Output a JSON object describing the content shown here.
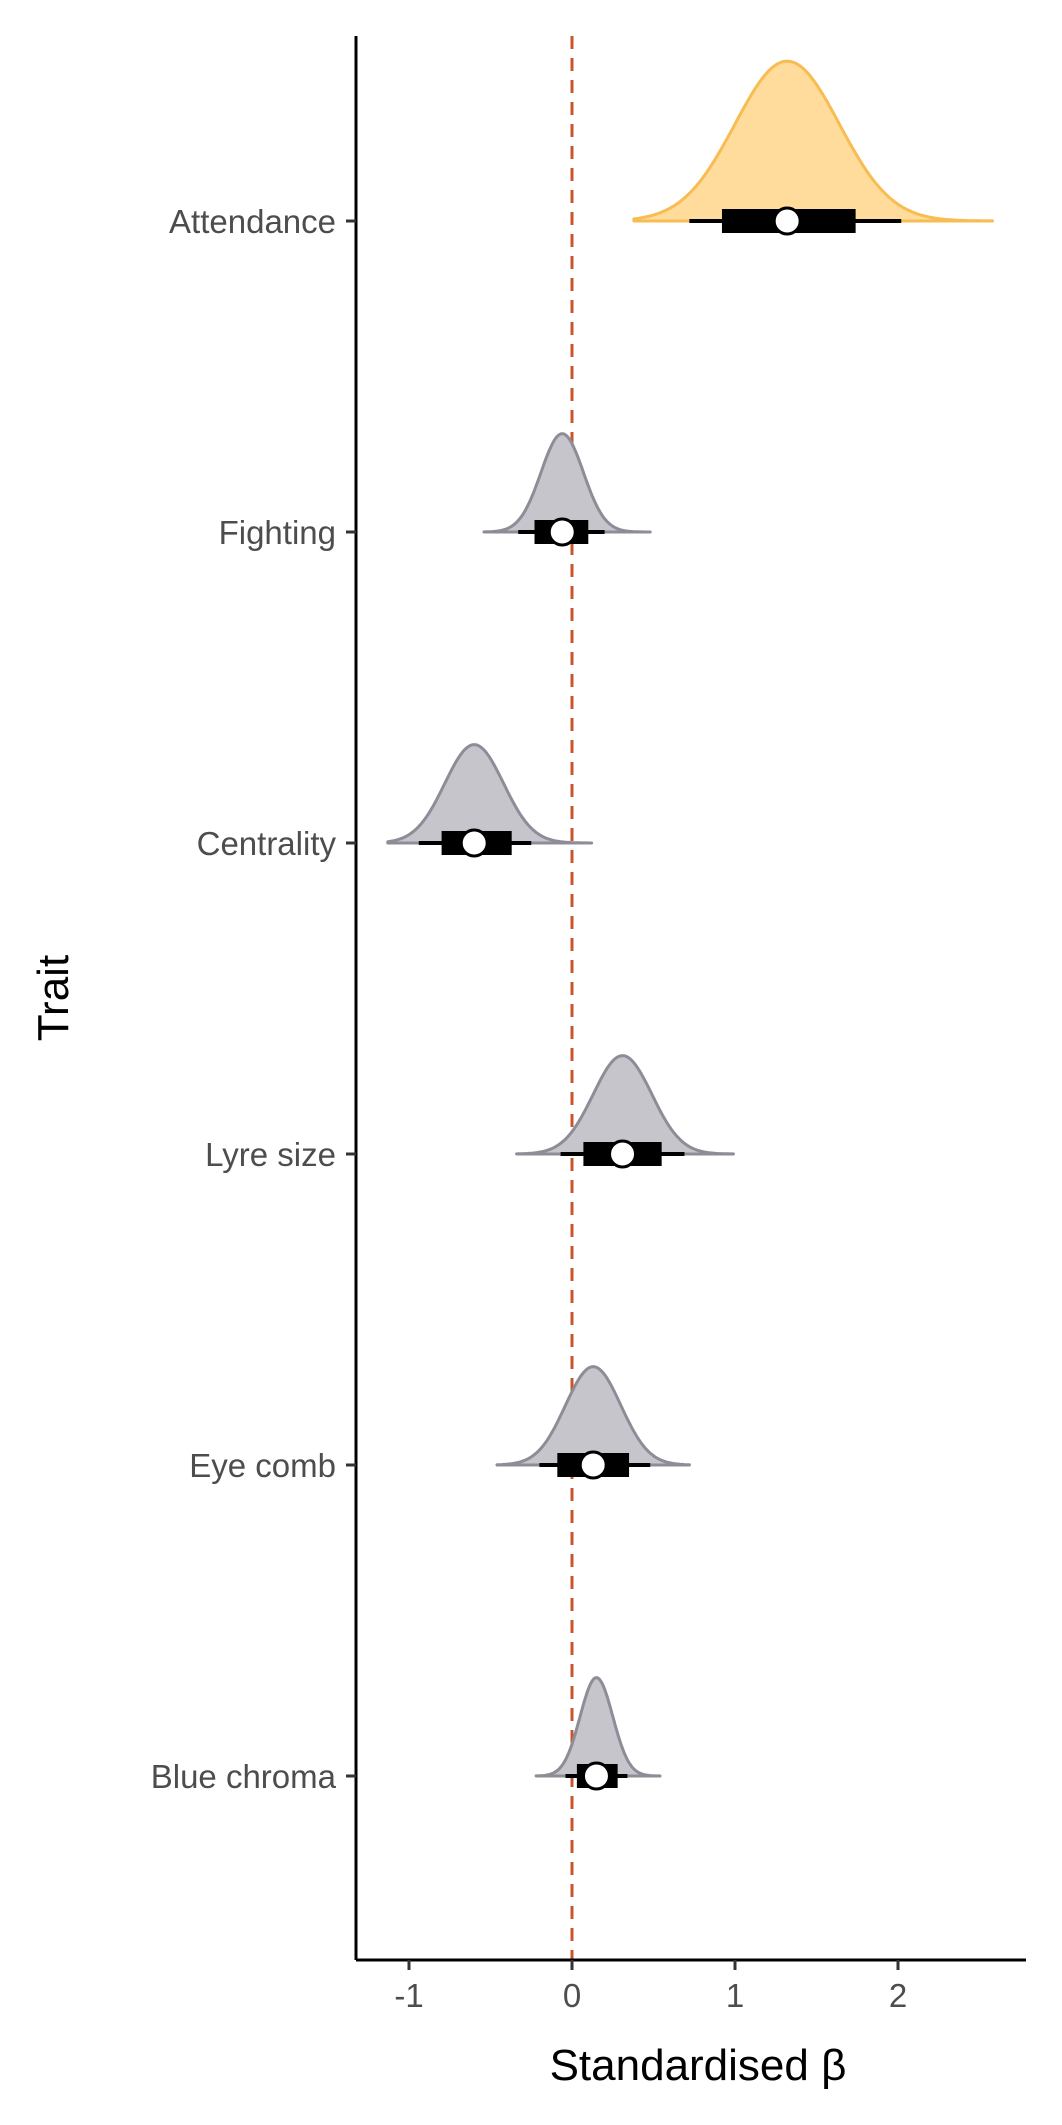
{
  "chart_data": {
    "type": "halfeye",
    "xlabel": "Standardised β",
    "ylabel": "Trait",
    "xlim": [
      -1.32,
      2.75
    ],
    "x_ticks": [
      -1,
      0,
      1,
      2
    ],
    "x_tick_labels": [
      "-1",
      "0",
      "1",
      "2"
    ],
    "reference_line": 0,
    "colors": {
      "highlight_fill": "#ffdc9b",
      "highlight_line": "#f7bc52",
      "default_fill": "#c6c5cc",
      "default_line": "#8e8d97",
      "reference_line": "#c8552c",
      "interval": "#000000",
      "point_fill": "#ffffff"
    },
    "series": [
      {
        "name": "Attendance",
        "highlight": true,
        "median": 1.32,
        "q66": [
          0.92,
          1.74
        ],
        "q95": [
          0.72,
          2.02
        ],
        "range": [
          0.38,
          2.58
        ],
        "sd": 0.32,
        "peak": 1.3
      },
      {
        "name": "Fighting",
        "highlight": false,
        "median": -0.06,
        "q66": [
          -0.23,
          0.1
        ],
        "q95": [
          -0.33,
          0.2
        ],
        "range": [
          -0.54,
          0.48
        ],
        "sd": 0.13,
        "peak": 0.8
      },
      {
        "name": "Centrality",
        "highlight": false,
        "median": -0.6,
        "q66": [
          -0.8,
          -0.37
        ],
        "q95": [
          -0.94,
          -0.25
        ],
        "range": [
          -1.13,
          0.12
        ],
        "sd": 0.18,
        "peak": 0.8
      },
      {
        "name": "Lyre size",
        "highlight": false,
        "median": 0.31,
        "q66": [
          0.07,
          0.55
        ],
        "q95": [
          -0.07,
          0.69
        ],
        "range": [
          -0.34,
          0.99
        ],
        "sd": 0.18,
        "peak": 0.8
      },
      {
        "name": "Eye comb",
        "highlight": false,
        "median": 0.13,
        "q66": [
          -0.09,
          0.35
        ],
        "q95": [
          -0.2,
          0.48
        ],
        "range": [
          -0.46,
          0.72
        ],
        "sd": 0.17,
        "peak": 0.8
      },
      {
        "name": "Blue chroma",
        "highlight": false,
        "median": 0.15,
        "q66": [
          0.03,
          0.28
        ],
        "q95": [
          -0.04,
          0.34
        ],
        "range": [
          -0.22,
          0.54
        ],
        "sd": 0.1,
        "peak": 0.8
      }
    ]
  }
}
